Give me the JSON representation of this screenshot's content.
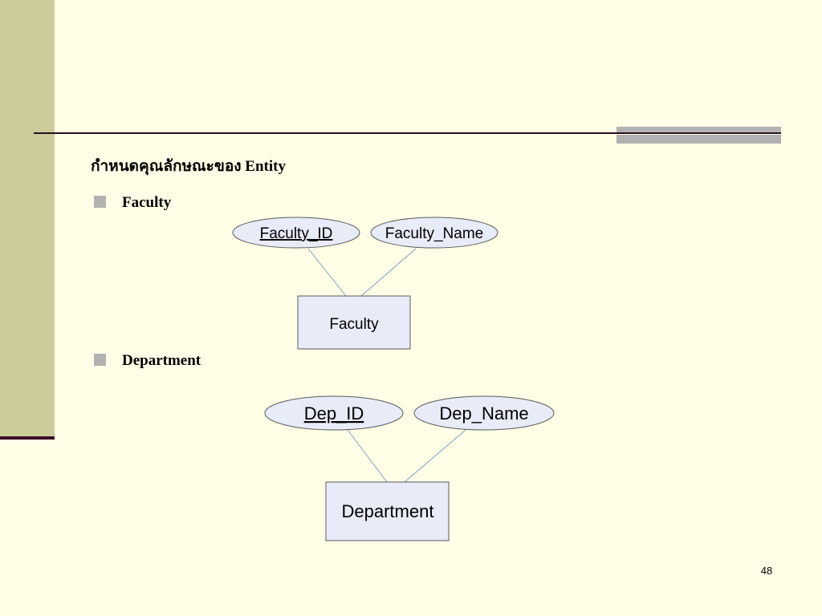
{
  "slide": {
    "heading": "กำหนดคุณลักษณะของ Entity",
    "page_number": "48"
  },
  "sections": [
    {
      "bullet_label": "Faculty",
      "entity": "Faculty",
      "attributes": [
        {
          "name": "Faculty_ID",
          "key": true
        },
        {
          "name": "Faculty_Name",
          "key": false
        }
      ]
    },
    {
      "bullet_label": "Department",
      "entity": "Department",
      "attributes": [
        {
          "name": "Dep_ID",
          "key": true
        },
        {
          "name": "Dep_Name",
          "key": false
        }
      ]
    }
  ],
  "colors": {
    "background": "#FFFEE6",
    "shape_fill": "#E8EBF8",
    "shape_stroke": "#5A5A5A",
    "connector": "#7F9FC4",
    "side_band": "#CCCC9A",
    "rule": "#2A0F22",
    "accent_bar": "#B2B2B2"
  }
}
